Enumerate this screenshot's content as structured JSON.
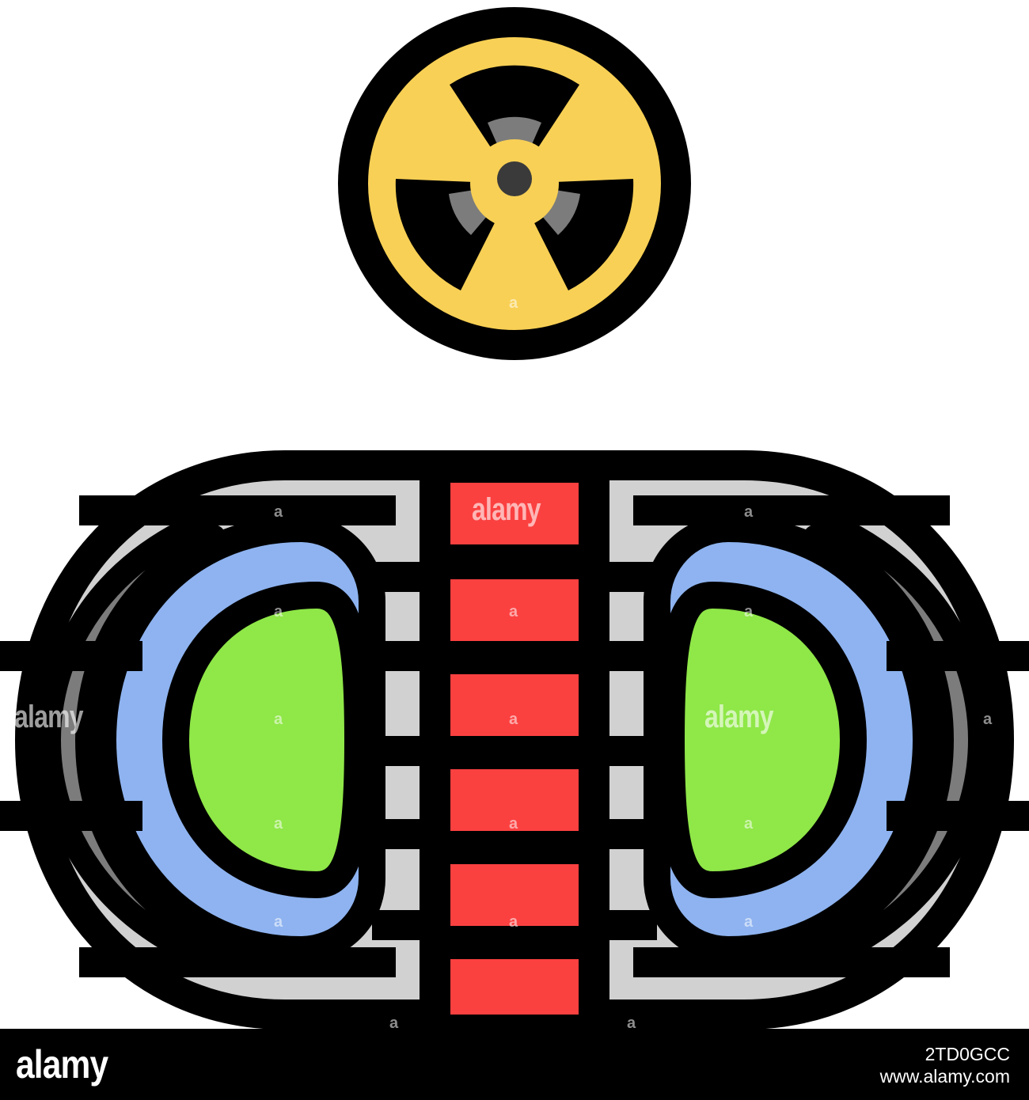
{
  "illustration": {
    "icon": "nuclear-fusion-tokamak-icon",
    "symbol_icon": "radiation-icon",
    "colors": {
      "outline": "#000000",
      "yellow": "#f8d055",
      "dark_gray": "#7c7c7c",
      "light_gray": "#d1d1d1",
      "blue": "#8eb3f0",
      "green": "#8fe748",
      "red": "#fb4040"
    }
  },
  "watermarks": {
    "center": "alamy",
    "left": "alamy",
    "right": "alamy",
    "letter": "a"
  },
  "footer": {
    "logo": "alamy",
    "image_id": "2TD0GCC",
    "site": "www.alamy.com"
  }
}
